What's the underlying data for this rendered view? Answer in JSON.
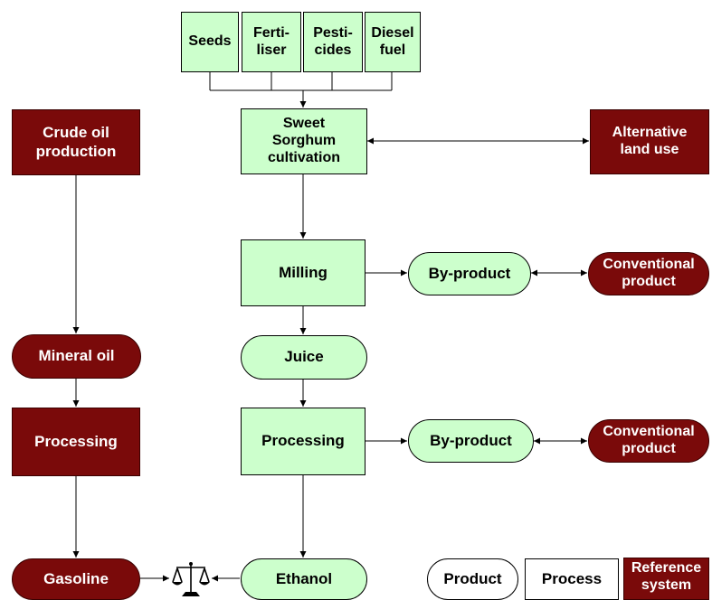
{
  "inputs": {
    "seeds": "Seeds",
    "fertiliser": "Ferti-\nliser",
    "pesticides": "Pesti-\ncides",
    "diesel": "Diesel\nfuel"
  },
  "main_chain": {
    "cultivation": "Sweet\nSorghum\ncultivation",
    "milling": "Milling",
    "juice": "Juice",
    "processing": "Processing",
    "ethanol": "Ethanol"
  },
  "byproducts": {
    "milling_byproduct": "By-product",
    "processing_byproduct": "By-product"
  },
  "reference_system": {
    "crude_oil": "Crude oil\nproduction",
    "mineral_oil": "Mineral oil",
    "processing": "Processing",
    "gasoline": "Gasoline",
    "alternative_land_use": "Alternative\nland use",
    "conventional_product_1": "Conventional\nproduct",
    "conventional_product_2": "Conventional\nproduct"
  },
  "legend": {
    "product": "Product",
    "process": "Process",
    "reference": "Reference\nsystem"
  },
  "colors": {
    "process_fill": "#ccffcc",
    "reference_fill": "#7a0a0a",
    "reference_text": "#ffffff"
  },
  "icons": {
    "comparison": "balance-scale-icon"
  }
}
